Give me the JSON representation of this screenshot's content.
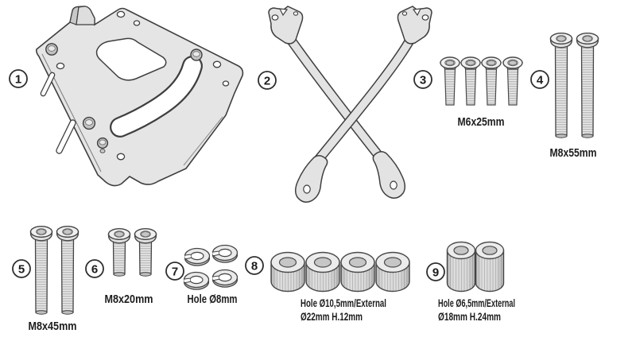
{
  "diagram": {
    "kind": "mounting-kit-parts-diagram",
    "parts": [
      {
        "number": "1",
        "qty": 1,
        "item": "top-case mounting plate",
        "label": ""
      },
      {
        "number": "2",
        "qty": 2,
        "item": "crossed support stays",
        "label": ""
      },
      {
        "number": "3",
        "qty": 4,
        "item": "countersunk bolt",
        "label": "M6x25mm"
      },
      {
        "number": "4",
        "qty": 2,
        "item": "button-head bolt",
        "label": "M8x55mm"
      },
      {
        "number": "5",
        "qty": 2,
        "item": "button-head bolt",
        "label": "M8x45mm"
      },
      {
        "number": "6",
        "qty": 2,
        "item": "button-head bolt",
        "label": "M8x20mm"
      },
      {
        "number": "7",
        "qty": 4,
        "item": "split washer",
        "label": "Hole Ø8mm"
      },
      {
        "number": "8",
        "qty": 4,
        "item": "wide spacer bushing",
        "label_line1": "Hole Ø10,5mm/External",
        "label_line2": "Ø22mm H.12mm"
      },
      {
        "number": "9",
        "qty": 2,
        "item": "tall spacer bushing",
        "label_line1": "Hole Ø6,5mm/External",
        "label_line2": "Ø18mm H.24mm"
      }
    ],
    "colors": {
      "outline": "#3f3f3f",
      "metal_light": "#e5e5e5",
      "metal_mid": "#d8d8d8",
      "text": "#1c1c1c",
      "background": "#ffffff"
    }
  }
}
